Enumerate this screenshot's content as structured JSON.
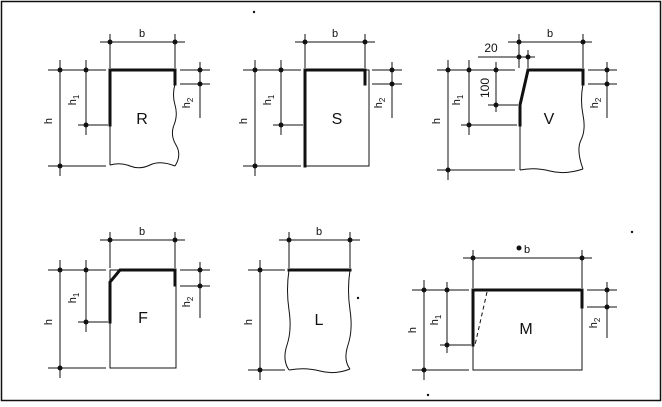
{
  "figure": {
    "labels": {
      "b": "b",
      "h": "h",
      "h1_main": "h",
      "h1_sub": "1",
      "h2_main": "h",
      "h2_sub": "2",
      "dim_20": "20",
      "dim_100": "100"
    },
    "panels": [
      {
        "id": "R",
        "letter": "R"
      },
      {
        "id": "S",
        "letter": "S"
      },
      {
        "id": "V",
        "letter": "V"
      },
      {
        "id": "F",
        "letter": "F"
      },
      {
        "id": "L",
        "letter": "L"
      },
      {
        "id": "M",
        "letter": "M"
      }
    ]
  }
}
